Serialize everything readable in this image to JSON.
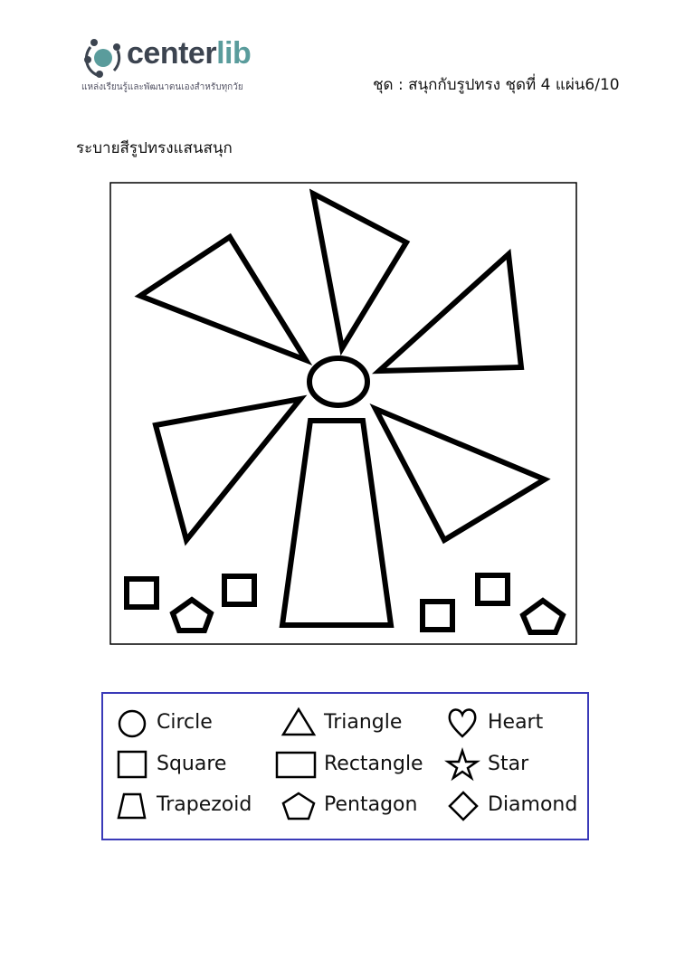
{
  "header": {
    "logo_text_dark": "center",
    "logo_text_light": "lib",
    "tagline": "แหล่งเรียนรู้และพัฒนาตนเองสำหรับทุกวัย",
    "series": "ชุด : สนุกกับรูปทรง  ชุดที่ 4 แผ่น6/10"
  },
  "instruction": "ระบายสีรูปทรงแสนสนุก",
  "legend": {
    "border_color": "#3a3ab8",
    "items": [
      {
        "icon": "circle-icon",
        "label": "Circle"
      },
      {
        "icon": "triangle-icon",
        "label": "Triangle"
      },
      {
        "icon": "heart-icon",
        "label": "Heart"
      },
      {
        "icon": "square-icon",
        "label": "Square"
      },
      {
        "icon": "rectangle-icon",
        "label": "Rectangle"
      },
      {
        "icon": "star-icon",
        "label": "Star"
      },
      {
        "icon": "trapezoid-icon",
        "label": "Trapezoid"
      },
      {
        "icon": "pentagon-icon",
        "label": "Pentagon"
      },
      {
        "icon": "diamond-icon",
        "label": "Diamond"
      }
    ]
  }
}
